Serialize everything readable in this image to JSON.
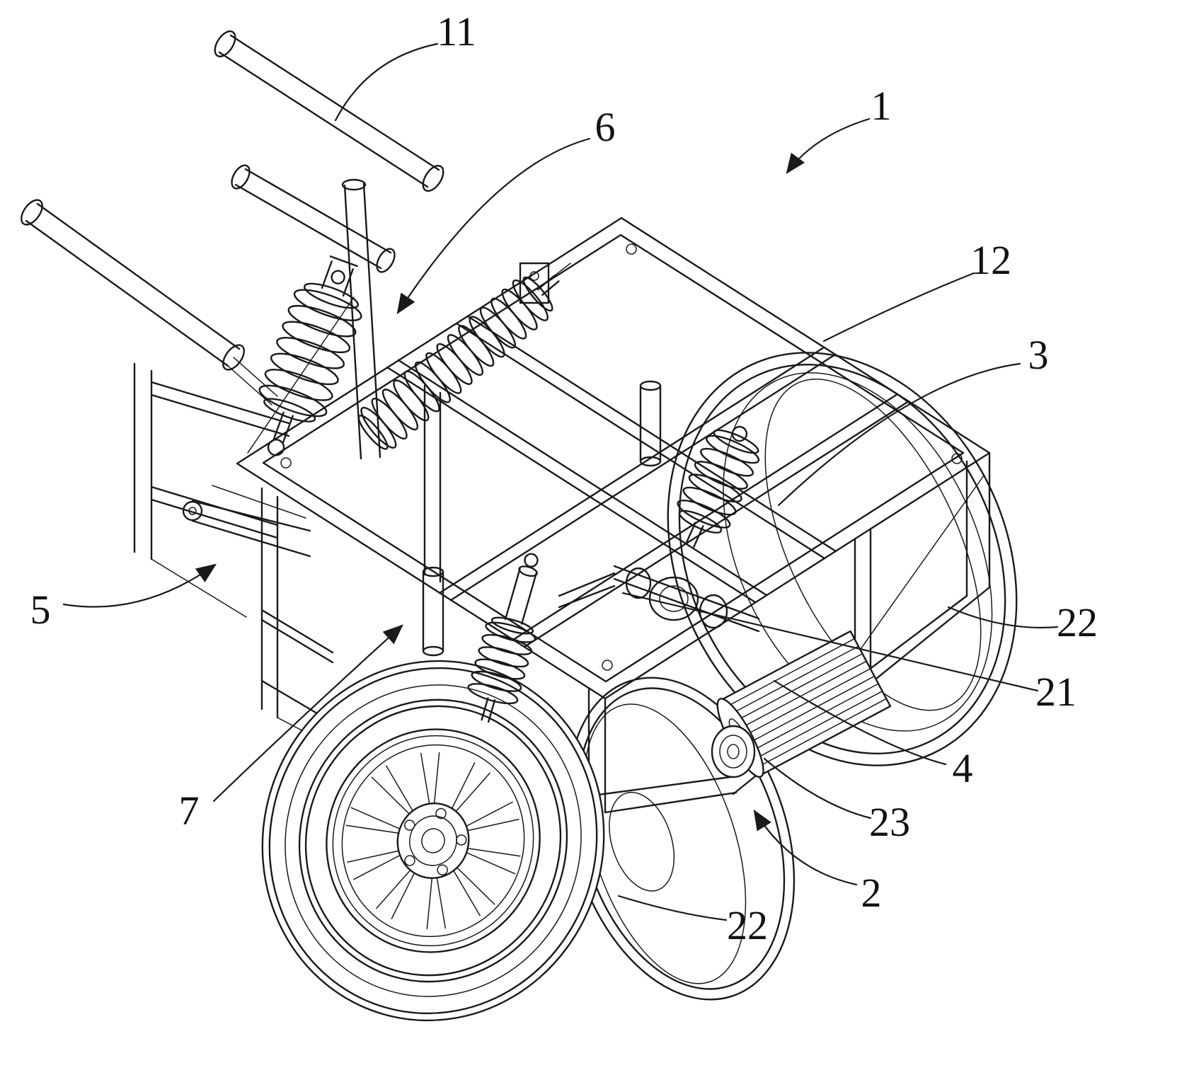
{
  "figure": {
    "type": "patent-line-drawing",
    "background_color": "#ffffff",
    "line_color": "#1a1a1a"
  },
  "labels": {
    "ref_11": "11",
    "ref_6": "6",
    "ref_1": "1",
    "ref_12": "12",
    "ref_3": "3",
    "ref_5": "5",
    "ref_22_right": "22",
    "ref_21": "21",
    "ref_4": "4",
    "ref_23": "23",
    "ref_7": "7",
    "ref_2": "2",
    "ref_22_front": "22"
  }
}
